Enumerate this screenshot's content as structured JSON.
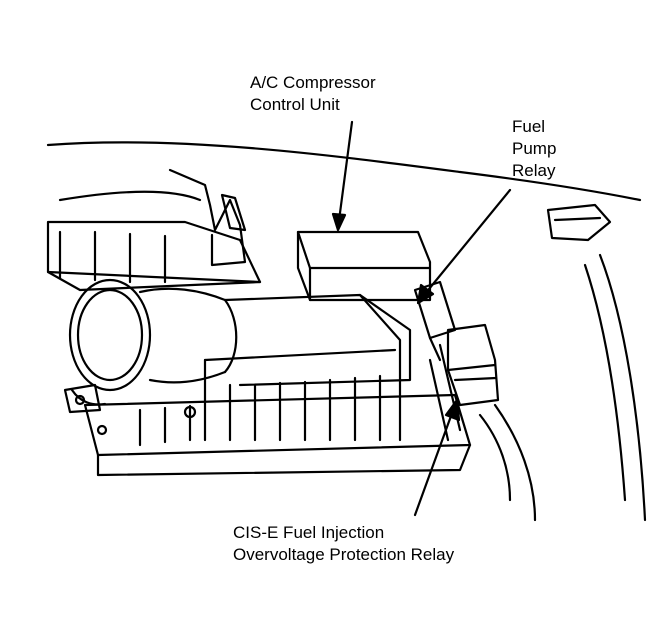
{
  "labels": {
    "ac_compressor": [
      "A/C Compressor",
      "Control Unit"
    ],
    "fuel_pump_relay": [
      "Fuel",
      "Pump",
      "Relay"
    ],
    "cis_e_relay": [
      "CIS-E Fuel Injection",
      "Overvoltage Protection Relay"
    ]
  },
  "colors": {
    "ink": "#000000",
    "background": "#ffffff"
  }
}
